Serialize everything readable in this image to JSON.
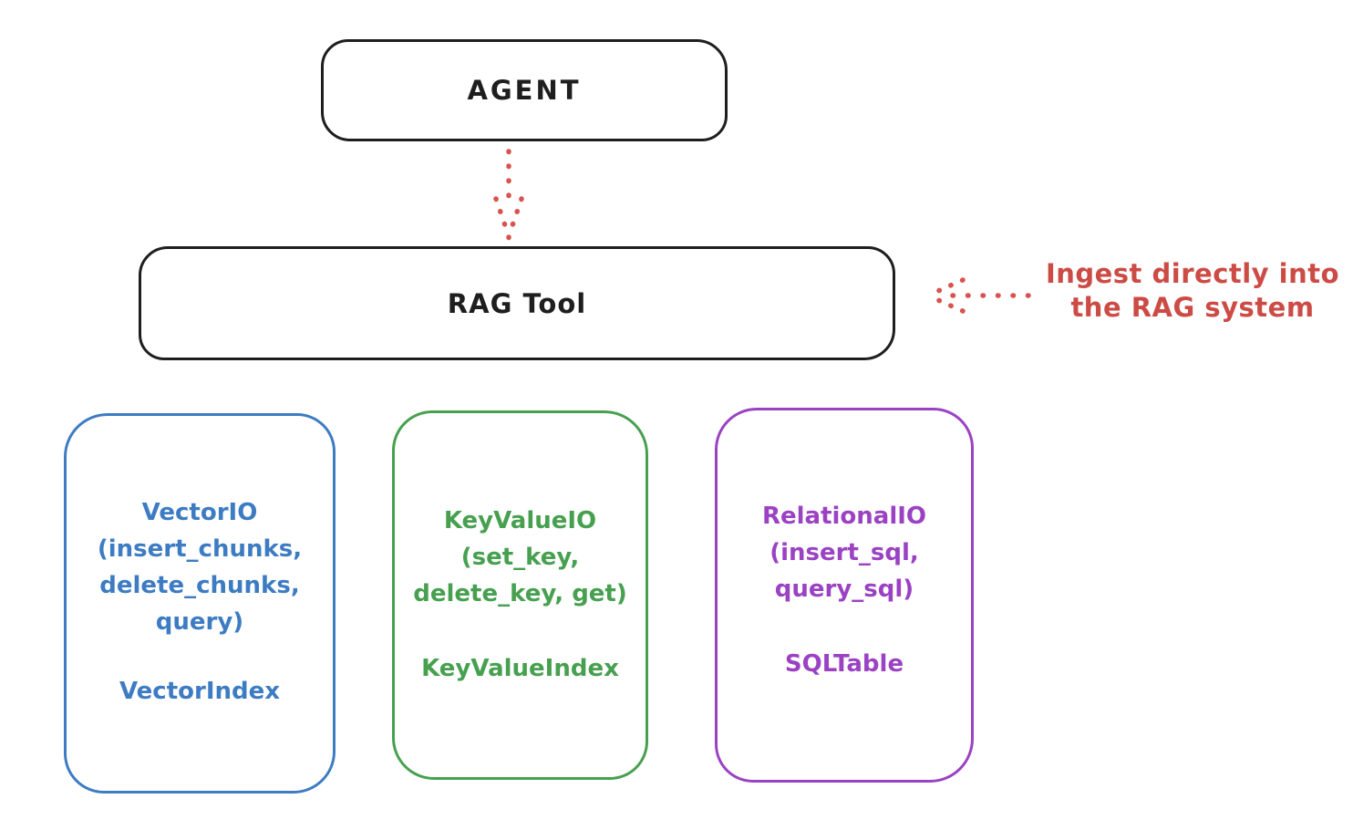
{
  "colors": {
    "background": "#ffffff",
    "ink": "#1e1e1e",
    "red_annotation": "#cc4b45",
    "red_arrow": "#d9534e",
    "blue": "#3d7cc2",
    "green": "#47a04f",
    "purple": "#9b42c3"
  },
  "nodes": {
    "agent": {
      "label": "AGENT"
    },
    "rag_tool": {
      "label": "RAG Tool"
    },
    "vector_io": {
      "lines": [
        "VectorIO",
        "(insert_chunks,",
        "delete_chunks,",
        "query)"
      ],
      "index_label": "VectorIndex",
      "color": "#3d7cc2"
    },
    "key_value_io": {
      "lines": [
        "KeyValueIO",
        "(set_key,",
        "delete_key, get)"
      ],
      "index_label": "KeyValueIndex",
      "color": "#47a04f"
    },
    "relational_io": {
      "lines": [
        "RelationalIO",
        "(insert_sql,",
        "query_sql)"
      ],
      "index_label": "SQLTable",
      "color": "#9b42c3"
    }
  },
  "annotation": {
    "line1": "Ingest directly into",
    "line2": "the RAG system"
  },
  "arrows": {
    "agent_to_rag": "dotted-down-arrow",
    "annotation_to_rag": "dotted-left-arrow"
  }
}
